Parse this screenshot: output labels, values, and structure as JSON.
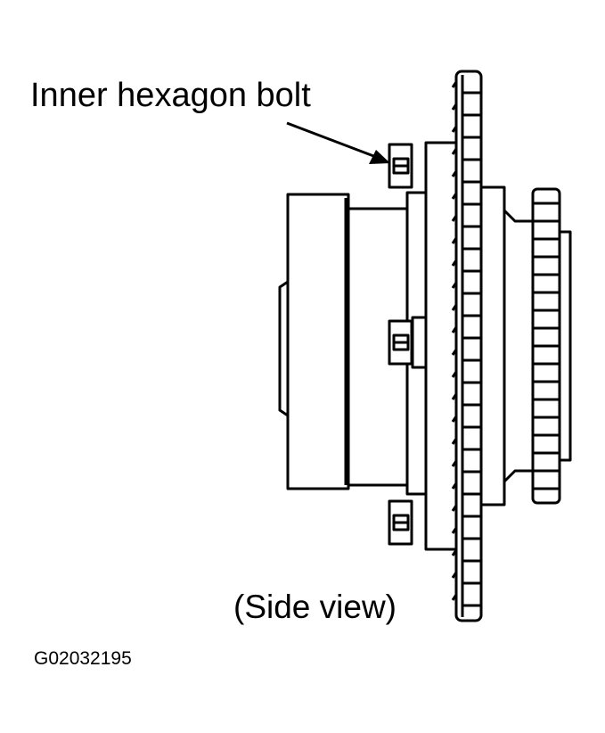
{
  "labels": {
    "bolt_callout": "Inner hexagon bolt",
    "view_caption": "(Side view)",
    "figure_id": "G02032195"
  },
  "colors": {
    "line": "#000000",
    "background": "#ffffff"
  }
}
